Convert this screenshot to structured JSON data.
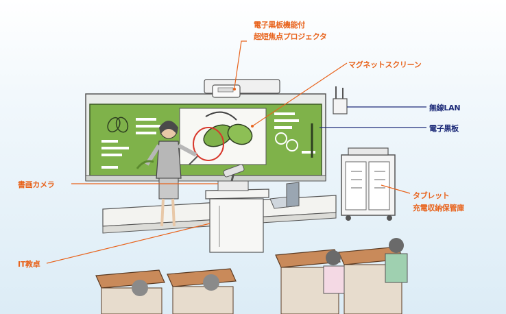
{
  "colors": {
    "orange_accent": "#e8631c",
    "navy_accent": "#1c2a78",
    "board_green": "#7fb24a",
    "background_blue": "#dcecf6"
  },
  "labels": {
    "projector_line1": "電子黒板機能付",
    "projector_line2": "超短焦点プロジェクタ",
    "magnet_screen": "マグネットスクリーン",
    "wireless_lan": "無線LAN",
    "e_blackboard": "電子黒板",
    "document_camera": "書画カメラ",
    "tablet_storage_line1": "タブレット",
    "tablet_storage_line2": "充電収納保管庫",
    "it_desk": "IT教卓"
  }
}
